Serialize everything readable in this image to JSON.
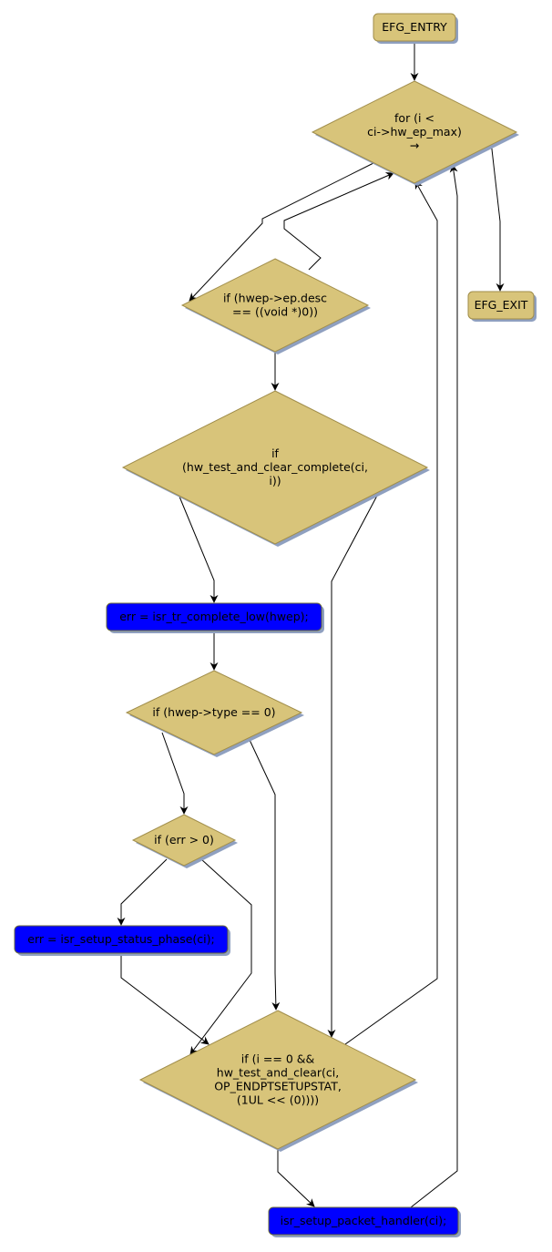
{
  "diagram": {
    "type": "control-flow-graph",
    "colors": {
      "decision_fill": "#d8c47a",
      "decision_stroke": "#a08d4a",
      "terminal_fill": "#d8c47a",
      "statement_fill": "#0000ff",
      "statement_stroke": "#6b6b3a",
      "shadow": "#8fa0c0",
      "edge": "#000000"
    },
    "nodes": [
      {
        "id": "entry",
        "kind": "terminal",
        "lines": [
          "EFG_ENTRY"
        ]
      },
      {
        "id": "for_loop",
        "kind": "decision",
        "lines": [
          "for (i <",
          "ci->hw_ep_max)",
          "→"
        ]
      },
      {
        "id": "exit",
        "kind": "terminal",
        "lines": [
          "EFG_EXIT"
        ]
      },
      {
        "id": "if_desc",
        "kind": "decision",
        "lines": [
          "if (hwep->ep.desc",
          "== ((void *)0))"
        ]
      },
      {
        "id": "if_complete",
        "kind": "decision",
        "lines": [
          "if",
          "(hw_test_and_clear_complete(ci,",
          "i))"
        ]
      },
      {
        "id": "tr_complete",
        "kind": "statement",
        "lines": [
          "err = isr_tr_complete_low(hwep);"
        ]
      },
      {
        "id": "if_type",
        "kind": "decision",
        "lines": [
          "if (hwep->type == 0)"
        ]
      },
      {
        "id": "if_err",
        "kind": "decision",
        "lines": [
          "if (err > 0)"
        ]
      },
      {
        "id": "status_phase",
        "kind": "statement",
        "lines": [
          "err = isr_setup_status_phase(ci);"
        ]
      },
      {
        "id": "if_setup",
        "kind": "decision",
        "lines": [
          "if (i == 0 &&",
          "hw_test_and_clear(ci,",
          "OP_ENDPTSETUPSTAT,",
          "(1UL << (0))))"
        ]
      },
      {
        "id": "packet_handler",
        "kind": "statement",
        "lines": [
          "isr_setup_packet_handler(ci);"
        ]
      }
    ],
    "edges": [
      {
        "from": "entry",
        "to": "for_loop"
      },
      {
        "from": "for_loop",
        "to": "exit"
      },
      {
        "from": "for_loop",
        "to": "if_desc"
      },
      {
        "from": "if_desc",
        "to": "for_loop"
      },
      {
        "from": "if_desc",
        "to": "if_complete"
      },
      {
        "from": "if_complete",
        "to": "tr_complete"
      },
      {
        "from": "if_complete",
        "to": "if_setup"
      },
      {
        "from": "tr_complete",
        "to": "if_type"
      },
      {
        "from": "if_type",
        "to": "if_err"
      },
      {
        "from": "if_type",
        "to": "if_setup"
      },
      {
        "from": "if_err",
        "to": "status_phase"
      },
      {
        "from": "if_err",
        "to": "if_setup"
      },
      {
        "from": "status_phase",
        "to": "if_setup"
      },
      {
        "from": "if_setup",
        "to": "packet_handler"
      },
      {
        "from": "if_setup",
        "to": "for_loop"
      },
      {
        "from": "packet_handler",
        "to": "for_loop"
      }
    ]
  }
}
